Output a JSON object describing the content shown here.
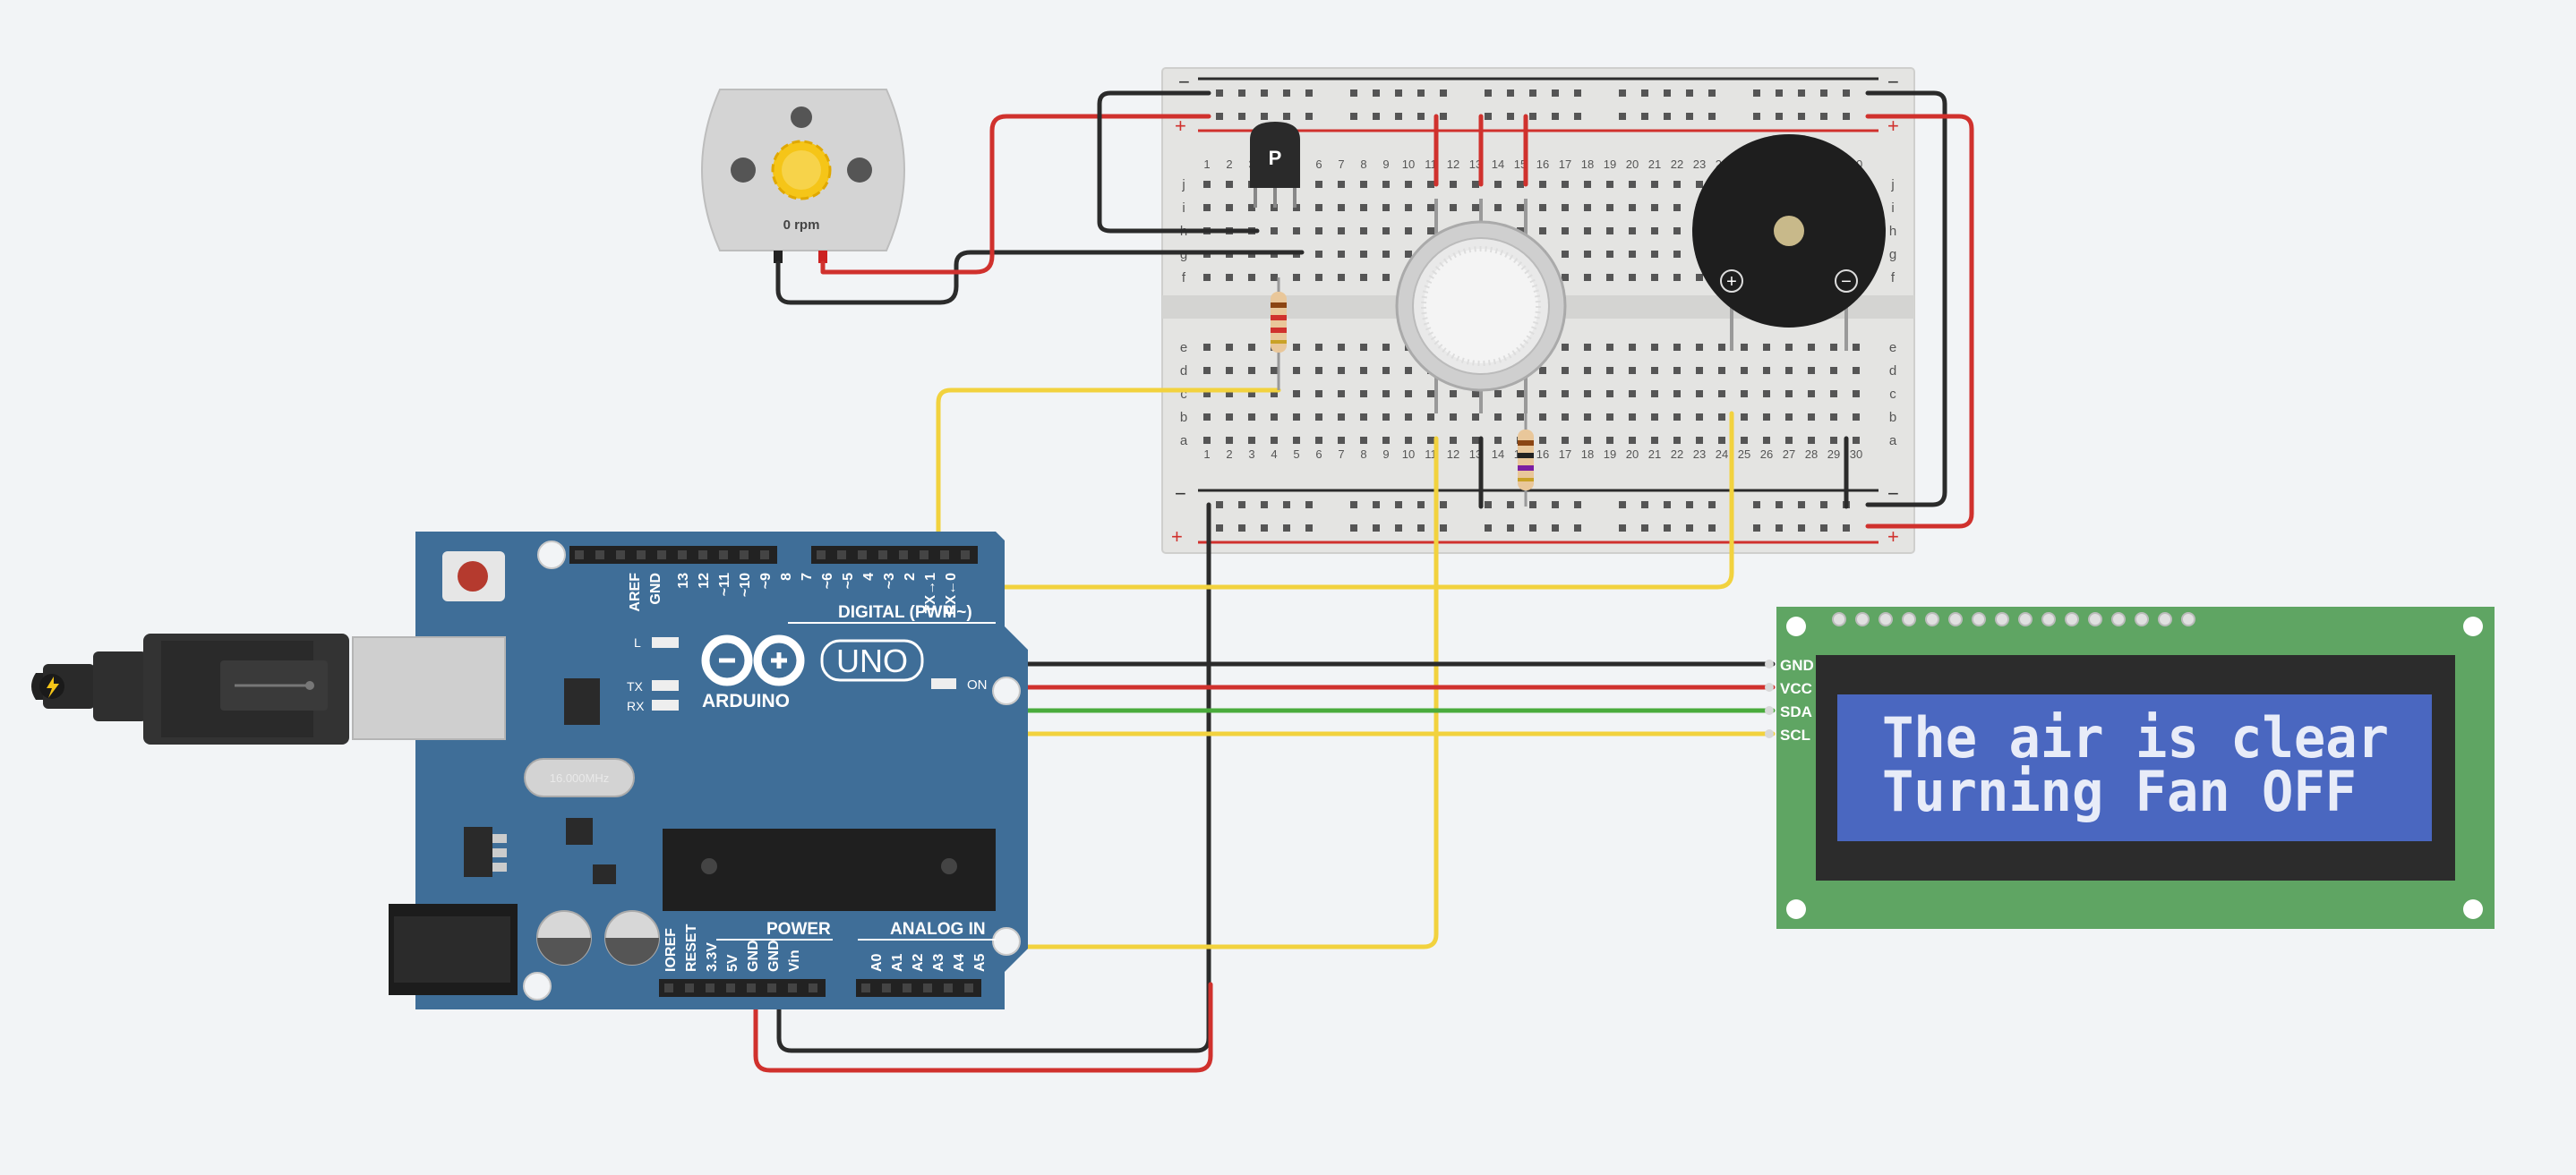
{
  "colors": {
    "background": "#f2f4f6",
    "board_blue": "#3f6e98",
    "breadboard": "#e2e2e0",
    "wire_red": "#d0312d",
    "wire_black": "#2b2b2b",
    "wire_yellow": "#f2d23e",
    "wire_green": "#4aab3c",
    "lcd_pcb": "#5fa563",
    "lcd_screen": "#4a67c0",
    "lcd_text": "#e8ecf8"
  },
  "motor": {
    "speed_label": "0 rpm",
    "icon": "gear-icon"
  },
  "transistor": {
    "label": "P"
  },
  "arduino": {
    "brand": "ARDUINO",
    "model": "UNO",
    "digital_header_label": "DIGITAL (PWM~)",
    "power_label": "POWER",
    "analog_label": "ANALOG IN",
    "on_label": "ON",
    "led_l": "L",
    "led_tx": "TX",
    "led_rx": "RX",
    "crystal_label": "16.000MHz",
    "digital_pins": [
      "AREF",
      "GND",
      "13",
      "12",
      "~11",
      "~10",
      "~9",
      "8",
      "7",
      "~6",
      "~5",
      "4",
      "~3",
      "2",
      "TX→1",
      "RX←0"
    ],
    "power_pins": [
      "IOREF",
      "RESET",
      "3.3V",
      "5V",
      "GND",
      "GND",
      "Vin"
    ],
    "analog_pins": [
      "A0",
      "A1",
      "A2",
      "A3",
      "A4",
      "A5"
    ]
  },
  "breadboard": {
    "row_letters_top": [
      "j",
      "i",
      "h",
      "g",
      "f"
    ],
    "row_letters_bottom": [
      "e",
      "d",
      "c",
      "b",
      "a"
    ],
    "column_numbers": [
      "1",
      "2",
      "3",
      "4",
      "5",
      "6",
      "7",
      "8",
      "9",
      "10",
      "11",
      "12",
      "13",
      "14",
      "15",
      "16",
      "17",
      "18",
      "19",
      "20",
      "21",
      "22",
      "23",
      "24",
      "25",
      "26",
      "27",
      "28",
      "29",
      "30"
    ],
    "rail_plus": "+",
    "rail_minus": "−"
  },
  "buzzer": {
    "plus": "+",
    "minus": "−"
  },
  "lcd": {
    "pins": [
      "GND",
      "VCC",
      "SDA",
      "SCL"
    ],
    "line1": "The air is clear",
    "line2": "Turning Fan OFF"
  }
}
